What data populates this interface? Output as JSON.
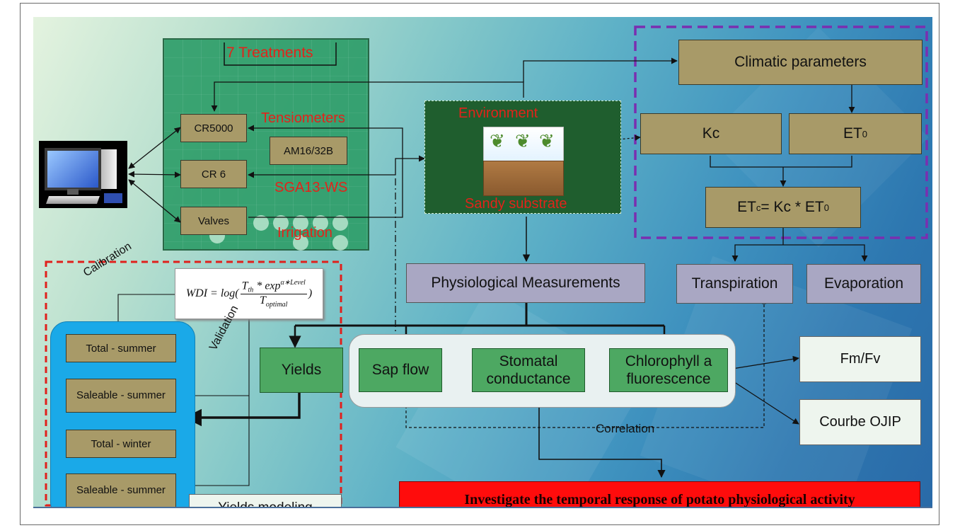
{
  "treatments": "7 Treatments",
  "tensiometers": "Tensiometers",
  "sga": "SGA13-WS",
  "irrigation": "Irrigation",
  "controllers": {
    "cr5000": "CR5000",
    "am16": "AM16/32B",
    "cr6": "CR 6",
    "valves": "Valves"
  },
  "environment": "Environment",
  "sandy": "Sandy substrate",
  "climatic": "Climatic parameters",
  "kc": "Kc",
  "et0": {
    "base": "ET",
    "sub": "0"
  },
  "etc": {
    "base": "ET",
    "sub": "c",
    "rest": " = Kc * ET",
    "sub2": "0"
  },
  "transpiration": "Transpiration",
  "evaporation": "Evaporation",
  "physio": "Physiological Measurements",
  "yields": "Yields",
  "sap_flow": "Sap flow",
  "stomatal": "Stomatal conductance",
  "chlorophyll": "Chlorophyll a fluorescence",
  "fmfv": "Fm/Fv",
  "ojip": "Courbe OJIP",
  "correlation": "Correlation",
  "calibration": "Calibration",
  "validation": "Validation",
  "yield_items": [
    "Total - summer",
    "Saleable - summer",
    "Total - winter",
    "Saleable - summer"
  ],
  "yields_modeling": "Yields modeling",
  "formula": {
    "lhs": "WDI = log(",
    "num_a": "T",
    "num_a_sub": "th",
    "num_b": " * exp",
    "num_b_sup": "α∗Level",
    "den": "T",
    "den_sub": "optimal",
    "rhs": ")"
  },
  "banner": "Investigate the temporal response of potato physiological activity",
  "colors": {
    "tan": "#a89a68",
    "lavender": "#a9a7c3",
    "green": "#4da862",
    "red_label": "#e2231a",
    "purple_dash": "#7a2fb0",
    "red_dash": "#e0201c",
    "banner": "#ff0c0c"
  }
}
